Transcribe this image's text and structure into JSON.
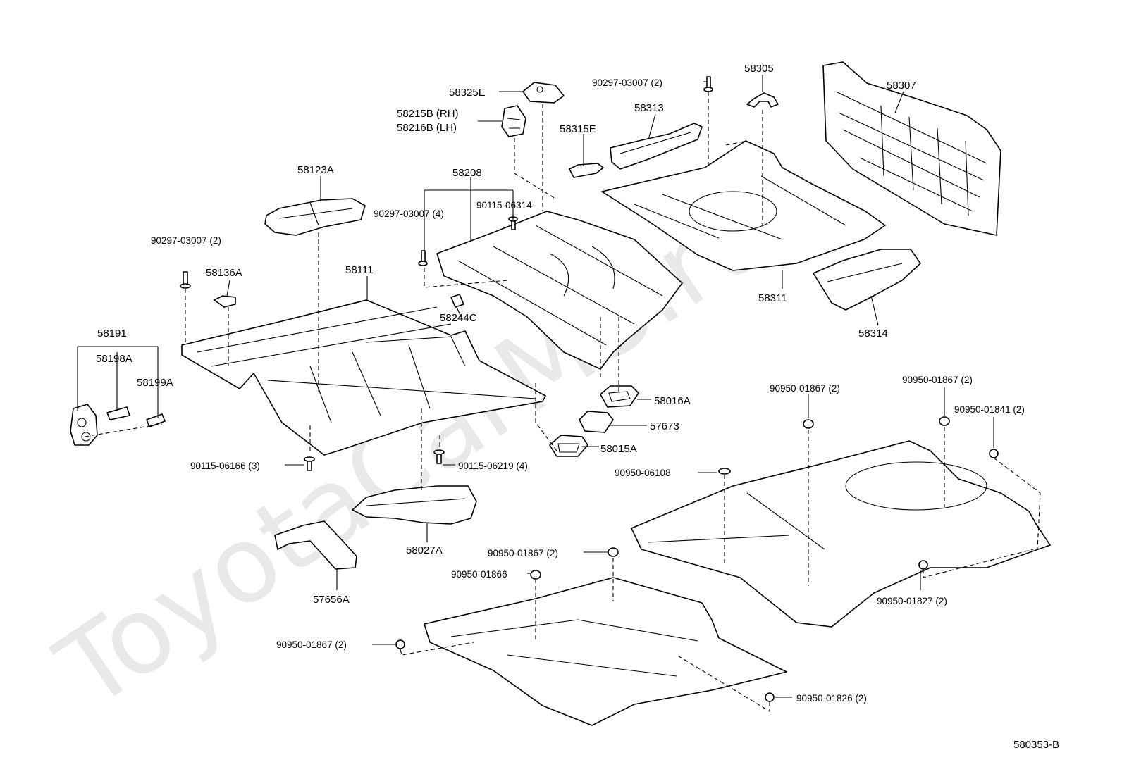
{
  "diagram": {
    "watermark": "ToyotaCarMS.ru",
    "drawing_number": "580353-B",
    "labels": {
      "l58325E": "58325E",
      "l58215B": "58215B (RH)",
      "l58216B": "58216B (LH)",
      "l90297_03007_2_top": "90297-03007 (2)",
      "l58305": "58305",
      "l58307": "58307",
      "l58313": "58313",
      "l58315E": "58315E",
      "l58123A": "58123A",
      "l58208": "58208",
      "l90297_03007_4": "90297-03007 (4)",
      "l90115_06314": "90115-06314",
      "l90297_03007_2_left": "90297-03007 (2)",
      "l58136A": "58136A",
      "l58111": "58111",
      "l58311": "58311",
      "l58314": "58314",
      "l58244C": "58244C",
      "l58191": "58191",
      "l58198A": "58198A",
      "l58199A": "58199A",
      "l58016A": "58016A",
      "l57673": "57673",
      "l58015A": "58015A",
      "l90950_01867_2_a": "90950-01867 (2)",
      "l90950_01867_2_b": "90950-01867 (2)",
      "l90950_01841_2": "90950-01841 (2)",
      "l90115_06166_3": "90115-06166 (3)",
      "l90115_06219_4": "90115-06219 (4)",
      "l90950_06108": "90950-06108",
      "l58027A": "58027A",
      "l90950_01867_2_c": "90950-01867 (2)",
      "l90950_01866": "90950-01866",
      "l57656A": "57656A",
      "l90950_01827_2": "90950-01827 (2)",
      "l90950_01867_2_d": "90950-01867 (2)",
      "l90950_01826_2": "90950-01826 (2)"
    }
  }
}
